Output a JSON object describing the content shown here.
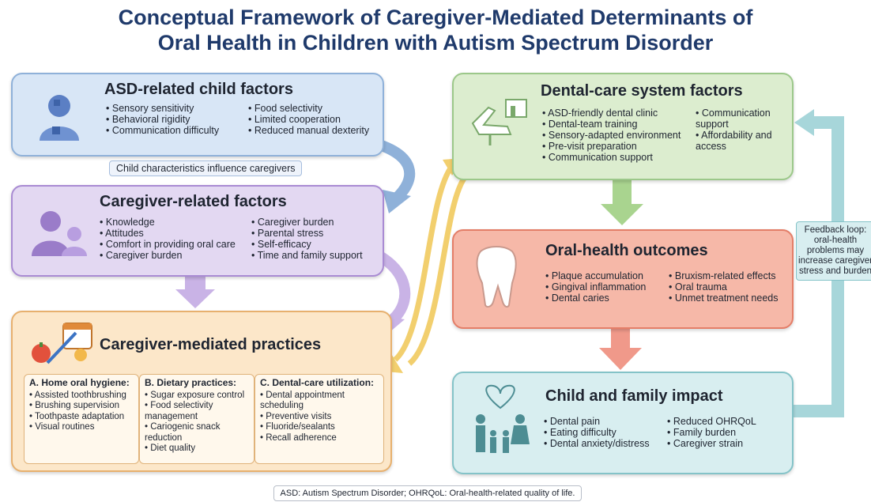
{
  "title_line1": "Conceptual Framework of Caregiver-Mediated Determinants of",
  "title_line2": "Oral Health in Children with Autism Spectrum Disorder",
  "child_factors": {
    "title": "ASD-related child factors",
    "col1": [
      "Sensory sensitivity",
      "Behavioral rigidity",
      "Communication difficulty"
    ],
    "col2": [
      "Food selectivity",
      "Limited cooperation",
      "Reduced manual dexterity"
    ]
  },
  "child_to_caregiver_label": "Child characteristics influence caregivers",
  "caregiver_factors": {
    "title": "Caregiver-related factors",
    "col1": [
      "Knowledge",
      "Attitudes",
      "Comfort in providing oral care",
      "Caregiver burden"
    ],
    "col2": [
      "Caregiver burden",
      "Parental stress",
      "Self-efficacy",
      "Time and family support"
    ]
  },
  "practices": {
    "title": "Caregiver-mediated practices",
    "a": {
      "heading": "A. Home oral hygiene:",
      "items": [
        "Assisted toothbrushing",
        "Brushing supervision",
        "Toothpaste adaptation",
        "Visual routines"
      ]
    },
    "b": {
      "heading": "B. Dietary practices:",
      "items": [
        "Sugar exposure control",
        "Food selectivity management",
        "Cariogenic snack reduction",
        "Diet quality"
      ]
    },
    "c": {
      "heading": "C. Dental-care utilization:",
      "items": [
        "Dental appointment scheduling",
        "Preventive visits",
        "Fluoride/sealants",
        "Recall adherence"
      ]
    }
  },
  "dental_system": {
    "title": "Dental-care system factors",
    "col1": [
      "ASD-friendly dental clinic",
      "Dental-team training",
      "Sensory-adapted environment",
      "Pre-visit preparation",
      "Communication support"
    ],
    "col2": [
      "Communication support",
      "Affordability and access"
    ]
  },
  "outcomes": {
    "title": "Oral-health outcomes",
    "col1": [
      "Plaque accumulation",
      "Gingival inflammation",
      "Dental caries"
    ],
    "col2": [
      "Bruxism-related effects",
      "Oral trauma",
      "Unmet treatment needs"
    ]
  },
  "impact": {
    "title": "Child and family impact",
    "col1": [
      "Dental pain",
      "Eating difficulty",
      "Dental anxiety/distress"
    ],
    "col2": [
      "Reduced OHRQoL",
      "Family burden",
      "Caregiver strain"
    ]
  },
  "feedback_label": "Feedback loop: oral-health problems may increase caregiver stress and burden",
  "footnote": "ASD: Autism Spectrum Disorder; OHRQoL: Oral-health-related quality of life.",
  "colors": {
    "title": "#1f3a6b",
    "blue": "#d8e6f6",
    "purple": "#e3d8f2",
    "orange": "#fce7c9",
    "green": "#dcedcf",
    "red": "#f6b8a8",
    "teal": "#d8eef0"
  }
}
